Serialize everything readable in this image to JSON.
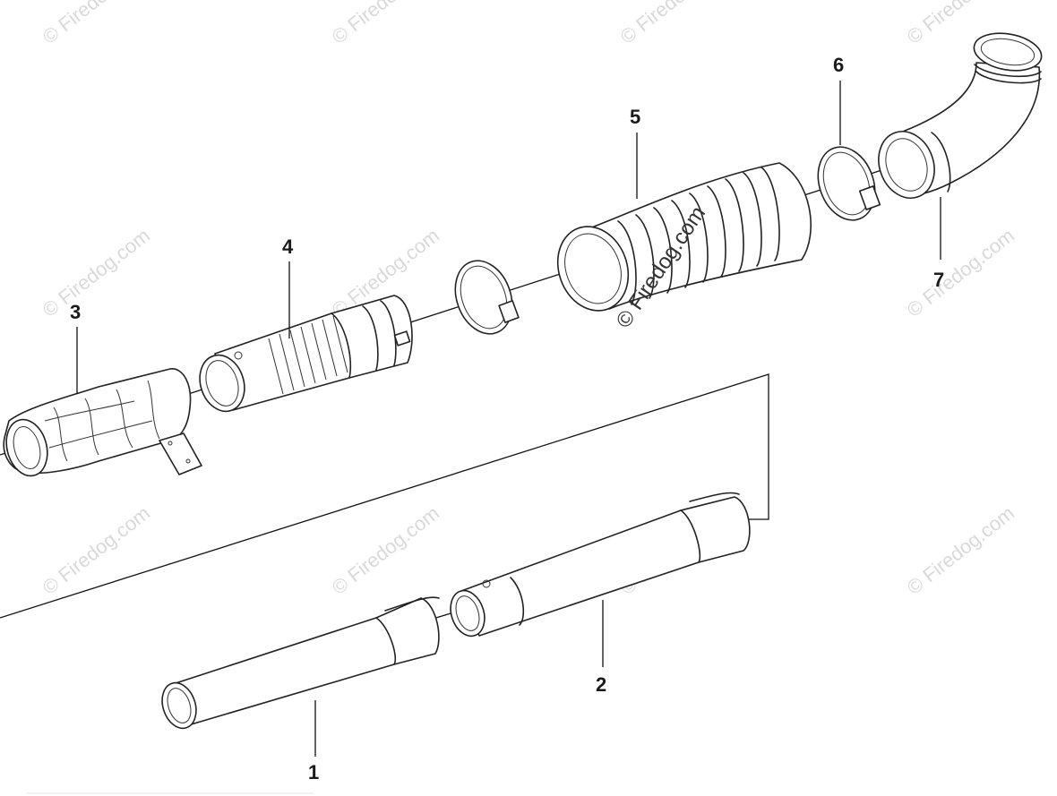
{
  "diagram": {
    "watermark_text": "© Firedog.com",
    "callouts": [
      {
        "id": "1",
        "label": "1"
      },
      {
        "id": "2",
        "label": "2"
      },
      {
        "id": "3",
        "label": "3"
      },
      {
        "id": "4",
        "label": "4"
      },
      {
        "id": "5",
        "label": "5"
      },
      {
        "id": "6",
        "label": "6"
      },
      {
        "id": "7",
        "label": "7"
      }
    ]
  }
}
